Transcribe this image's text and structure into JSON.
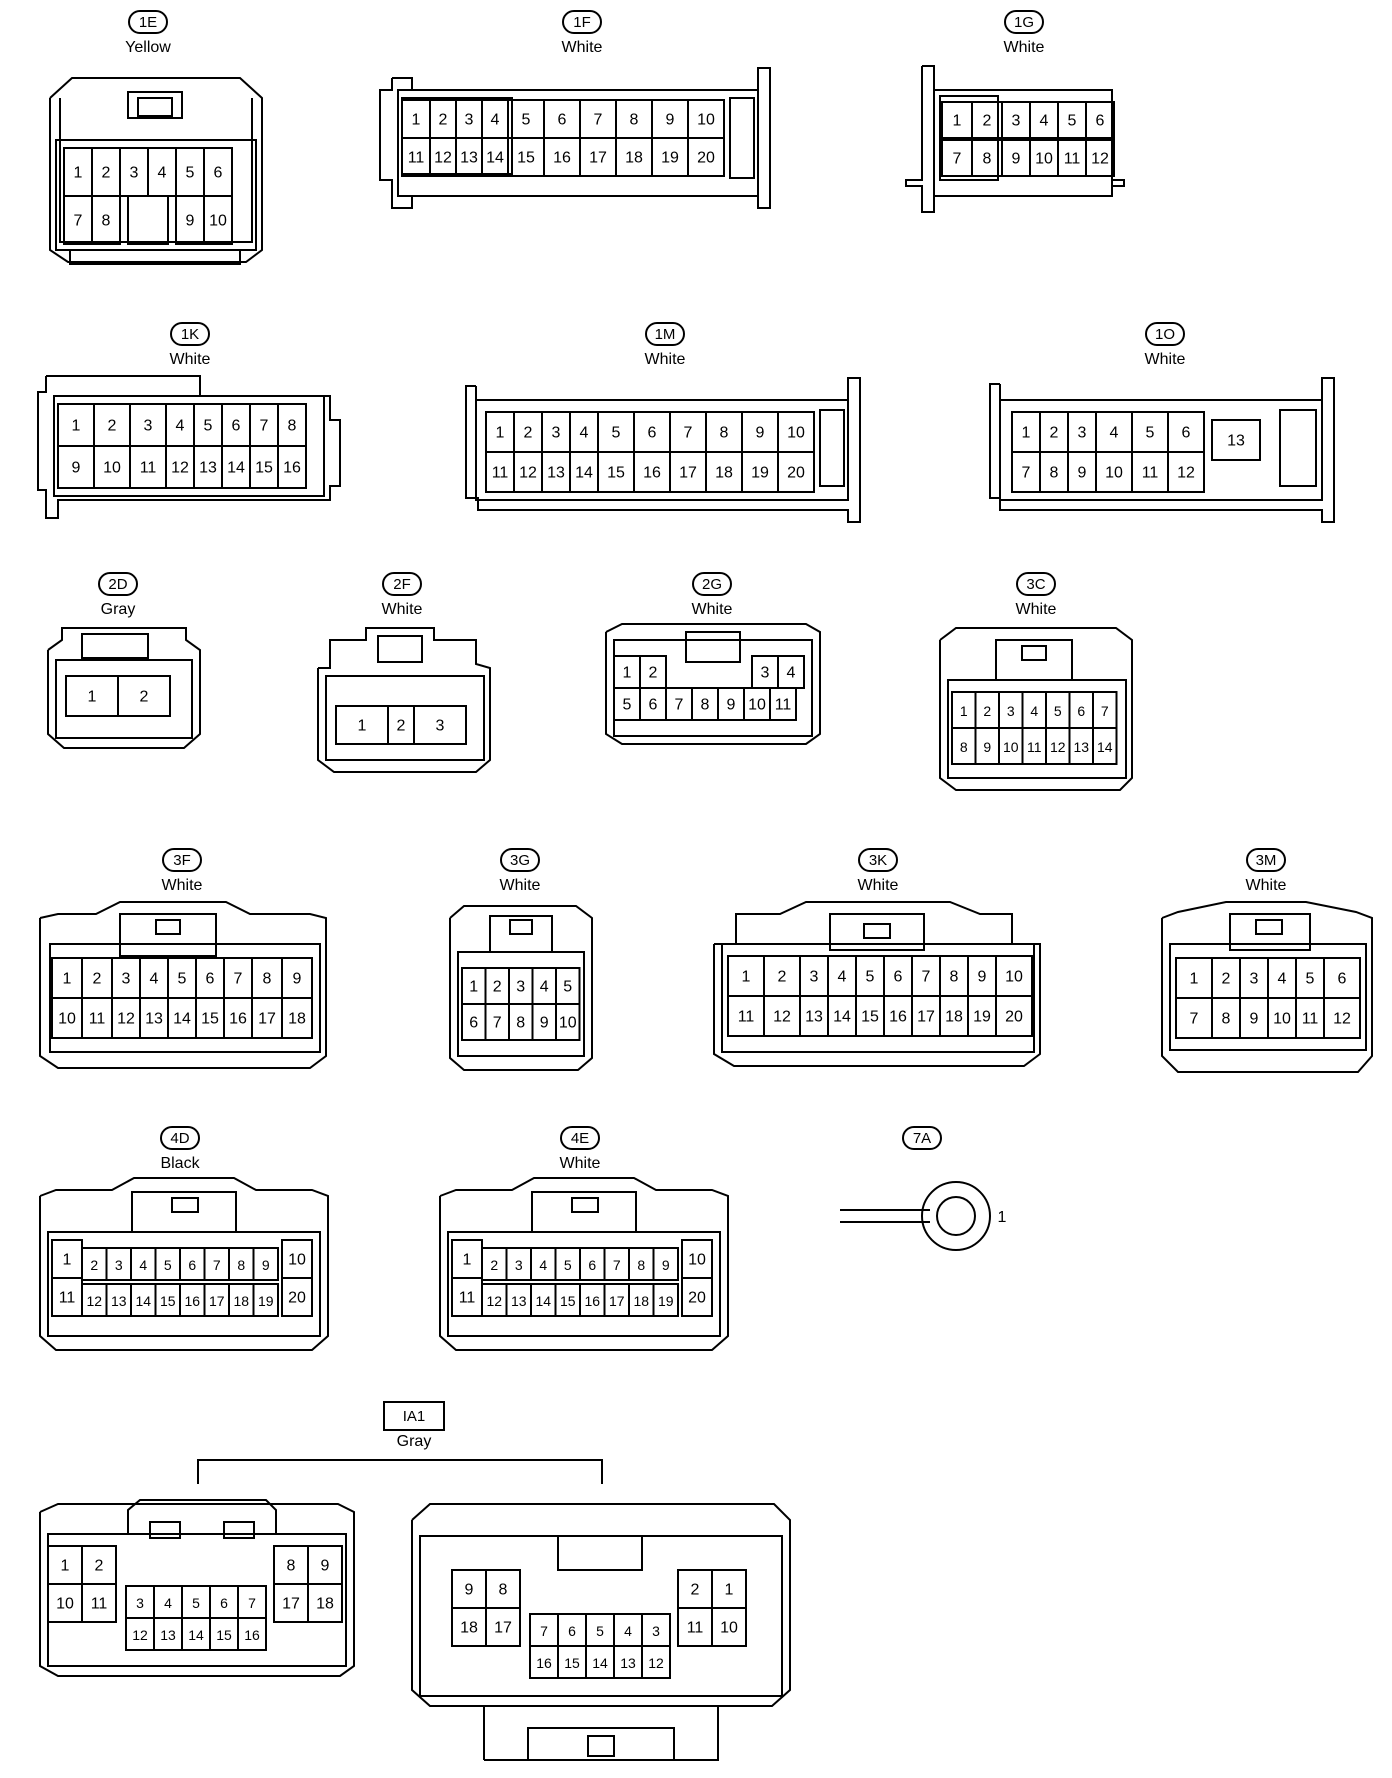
{
  "connectors": [
    {
      "id": "1E",
      "color": "Yellow",
      "rows": [
        [
          "1",
          "2",
          "3",
          "4",
          "5",
          "6"
        ],
        [
          "7",
          "8",
          "",
          "",
          "9",
          "10"
        ]
      ]
    },
    {
      "id": "1F",
      "color": "White",
      "rows": [
        [
          "1",
          "2",
          "3",
          "4",
          "5",
          "6",
          "7",
          "8",
          "9",
          "10"
        ],
        [
          "11",
          "12",
          "13",
          "14",
          "15",
          "16",
          "17",
          "18",
          "19",
          "20"
        ]
      ]
    },
    {
      "id": "1G",
      "color": "White",
      "rows": [
        [
          "1",
          "2",
          "3",
          "4",
          "5",
          "6"
        ],
        [
          "7",
          "8",
          "9",
          "10",
          "11",
          "12"
        ]
      ]
    },
    {
      "id": "1K",
      "color": "White",
      "rows": [
        [
          "1",
          "2",
          "3",
          "4",
          "5",
          "6",
          "7",
          "8"
        ],
        [
          "9",
          "10",
          "11",
          "12",
          "13",
          "14",
          "15",
          "16"
        ]
      ]
    },
    {
      "id": "1M",
      "color": "White",
      "rows": [
        [
          "1",
          "2",
          "3",
          "4",
          "5",
          "6",
          "7",
          "8",
          "9",
          "10"
        ],
        [
          "11",
          "12",
          "13",
          "14",
          "15",
          "16",
          "17",
          "18",
          "19",
          "20"
        ]
      ]
    },
    {
      "id": "1O",
      "color": "White",
      "rows": [
        [
          "1",
          "2",
          "3",
          "4",
          "5",
          "6"
        ],
        [
          "7",
          "8",
          "9",
          "10",
          "11",
          "12"
        ]
      ],
      "extra": "13"
    },
    {
      "id": "2D",
      "color": "Gray",
      "rows": [
        [
          "1",
          "2"
        ]
      ]
    },
    {
      "id": "2F",
      "color": "White",
      "rows": [
        [
          "1",
          "2",
          "3"
        ]
      ]
    },
    {
      "id": "2G",
      "color": "White",
      "rows": [
        [
          "1",
          "2",
          "",
          "",
          "3",
          "4"
        ],
        [
          "5",
          "6",
          "7",
          "8",
          "9",
          "10",
          "11"
        ]
      ]
    },
    {
      "id": "3C",
      "color": "White",
      "rows": [
        [
          "1",
          "2",
          "3",
          "4",
          "5",
          "6",
          "7"
        ],
        [
          "8",
          "9",
          "10",
          "11",
          "12",
          "13",
          "14"
        ]
      ]
    },
    {
      "id": "3F",
      "color": "White",
      "rows": [
        [
          "1",
          "2",
          "3",
          "4",
          "5",
          "6",
          "7",
          "8",
          "9"
        ],
        [
          "10",
          "11",
          "12",
          "13",
          "14",
          "15",
          "16",
          "17",
          "18"
        ]
      ]
    },
    {
      "id": "3G",
      "color": "White",
      "rows": [
        [
          "1",
          "2",
          "3",
          "4",
          "5"
        ],
        [
          "6",
          "7",
          "8",
          "9",
          "10"
        ]
      ]
    },
    {
      "id": "3K",
      "color": "White",
      "rows": [
        [
          "1",
          "2",
          "3",
          "4",
          "5",
          "6",
          "7",
          "8",
          "9",
          "10"
        ],
        [
          "11",
          "12",
          "13",
          "14",
          "15",
          "16",
          "17",
          "18",
          "19",
          "20"
        ]
      ]
    },
    {
      "id": "3M",
      "color": "White",
      "rows": [
        [
          "1",
          "2",
          "3",
          "4",
          "5",
          "6"
        ],
        [
          "7",
          "8",
          "9",
          "10",
          "11",
          "12"
        ]
      ]
    },
    {
      "id": "4D",
      "color": "Black",
      "rows": [
        [
          "1",
          "2",
          "3",
          "4",
          "5",
          "6",
          "7",
          "8",
          "9",
          "10"
        ],
        [
          "11",
          "12",
          "13",
          "14",
          "15",
          "16",
          "17",
          "18",
          "19",
          "20"
        ]
      ]
    },
    {
      "id": "4E",
      "color": "White",
      "rows": [
        [
          "1",
          "2",
          "3",
          "4",
          "5",
          "6",
          "7",
          "8",
          "9",
          "10"
        ],
        [
          "11",
          "12",
          "13",
          "14",
          "15",
          "16",
          "17",
          "18",
          "19",
          "20"
        ]
      ]
    },
    {
      "id": "7A",
      "color": "",
      "rows": [
        [
          "1"
        ]
      ]
    }
  ],
  "ia1": {
    "id": "IA1",
    "color": "Gray",
    "left": {
      "top": [
        "1",
        "2",
        "8",
        "9"
      ],
      "mid": [
        "10",
        "11",
        "17",
        "18"
      ],
      "inner_top": [
        "3",
        "4",
        "5",
        "6",
        "7"
      ],
      "inner_bottom": [
        "12",
        "13",
        "14",
        "15",
        "16"
      ]
    },
    "right": {
      "top": [
        "9",
        "8",
        "2",
        "1"
      ],
      "mid": [
        "18",
        "17",
        "11",
        "10"
      ],
      "inner_top": [
        "7",
        "6",
        "5",
        "4",
        "3"
      ],
      "inner_bottom": [
        "16",
        "15",
        "14",
        "13",
        "12"
      ]
    }
  }
}
